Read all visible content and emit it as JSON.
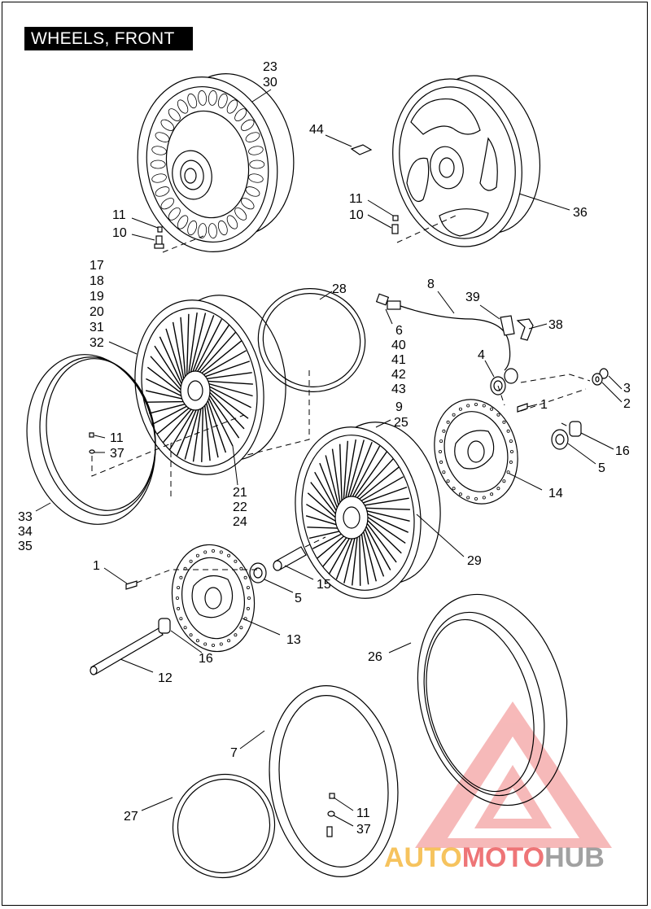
{
  "title": "WHEELS, FRONT",
  "callouts": {
    "c23": "23",
    "c30": "30",
    "c44": "44",
    "c11a": "11",
    "c10a": "10",
    "c11b": "11",
    "c10b": "10",
    "c36": "36",
    "c17": "17",
    "c18": "18",
    "c19": "19",
    "c20": "20",
    "c31": "31",
    "c32": "32",
    "c28": "28",
    "c8": "8",
    "c39": "39",
    "c38": "38",
    "c6": "6",
    "c40": "40",
    "c41": "41",
    "c42": "42",
    "c43": "43",
    "c4": "4",
    "c3": "3",
    "c2": "2",
    "c1a": "1",
    "c9": "9",
    "c25": "25",
    "c16a": "16",
    "c5a": "5",
    "c11c": "11",
    "c37a": "37",
    "c21": "21",
    "c22": "22",
    "c24": "24",
    "c14": "14",
    "c33": "33",
    "c34": "34",
    "c35": "35",
    "c29": "29",
    "c1b": "1",
    "c15": "15",
    "c5b": "5",
    "c13": "13",
    "c16b": "16",
    "c26": "26",
    "c12": "12",
    "c7": "7",
    "c27": "27",
    "c11d": "11",
    "c37b": "37"
  },
  "watermark": {
    "part1": "AUTO",
    "part2": "MOTO",
    "part3": "HUB",
    "color1": "#f5b942",
    "color2": "#e8474a",
    "color3": "#8a8a8a"
  }
}
